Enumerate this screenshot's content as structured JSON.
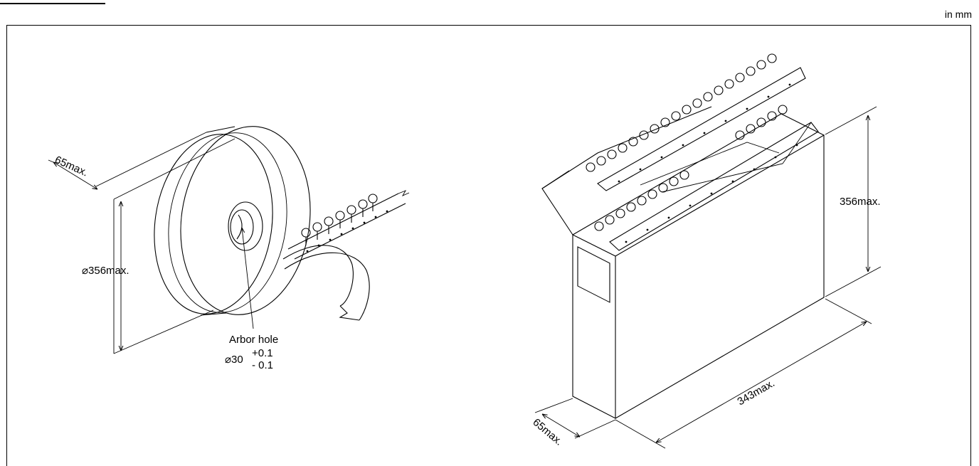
{
  "page": {
    "units_label": "in mm"
  },
  "reel": {
    "width_label": "65max.",
    "diameter_label": "⌀356max.",
    "arbor_label": "Arbor hole",
    "arbor_value": "⌀30",
    "arbor_tol_plus": "+0.1",
    "arbor_tol_minus": "- 0.1"
  },
  "ammo_box": {
    "height_label": "356max.",
    "length_label": "343max.",
    "width_label": "65max."
  }
}
